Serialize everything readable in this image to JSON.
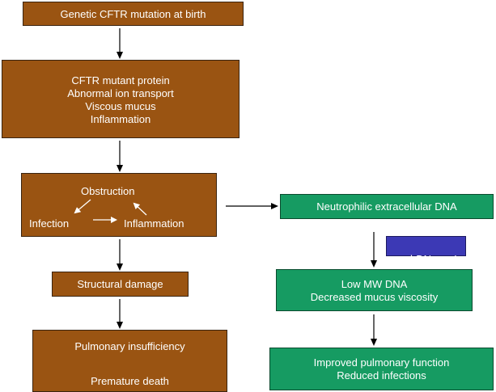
{
  "boxes": {
    "mutation": "Genetic CFTR mutation at birth",
    "protein": [
      "CFTR mutant protein",
      "Abnormal ion transport",
      "Viscous mucus",
      "Inflammation"
    ],
    "cycle": {
      "obstruction": "Obstruction",
      "infection": "Infection",
      "inflammation": "Inflammation"
    },
    "structural": "Structural damage",
    "pulmonary": {
      "insufficiency": "Pulmonary insufficiency",
      "death": "Premature death"
    },
    "neutrophilic": "Neutrophilic extracellular DNA",
    "rhdnase": "rhDNase  I",
    "lowmw": [
      "Low MW DNA",
      "Decreased mucus viscosity"
    ],
    "improved": [
      "Improved pulmonary function",
      "Reduced infections"
    ]
  },
  "colors": {
    "brown": "#9a5412",
    "green": "#169b62",
    "blue": "#3c39b5"
  }
}
